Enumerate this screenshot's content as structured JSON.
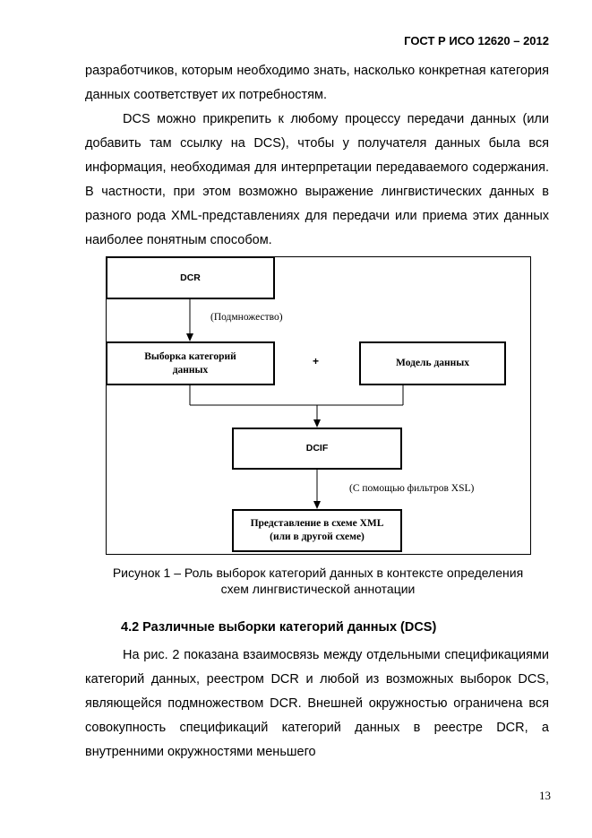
{
  "header": {
    "standard": "ГОСТ Р ИСО 12620 – 2012"
  },
  "paragraphs": {
    "p1": "разработчиков, которым необходимо знать, насколько конкретная категория данных соответствует их потребностям.",
    "p2": "DCS можно прикрепить к любому процессу передачи данных (или добавить там ссылку на DCS), чтобы у получателя данных была вся информация, необходимая для интерпретации передаваемого содержания. В частности, при этом возможно выражение лингвистических данных в разного рода XML-представлениях для передачи или приема этих данных наиболее понятным способом.",
    "p3": "На рис. 2 показана взаимосвязь между отдельными спецификациями категорий данных, реестром DCR и любой из возможных выборок DCS, являющейся подмножеством DCR. Внешней окружностью ограничена вся совокупность спецификаций категорий данных в реестре DCR, а внутренними окружностями меньшего"
  },
  "diagram": {
    "dcr": "DCR",
    "subset_note": "(Подмножество)",
    "dcs_box": "Выборка категорий данных",
    "plus": "+",
    "data_model": "Модель данных",
    "dcif": "DCIF",
    "xsl_note": "(С помощью фильтров XSL)",
    "representation": "Представление в схеме XML (или в другой схеме)"
  },
  "caption": {
    "line1": "Рисунок 1 – Роль выборок категорий данных в контексте определения",
    "line2": "схем лингвистической аннотации"
  },
  "section": {
    "title": "4.2 Различные выборки категорий данных (DCS)"
  },
  "page_number": "13"
}
